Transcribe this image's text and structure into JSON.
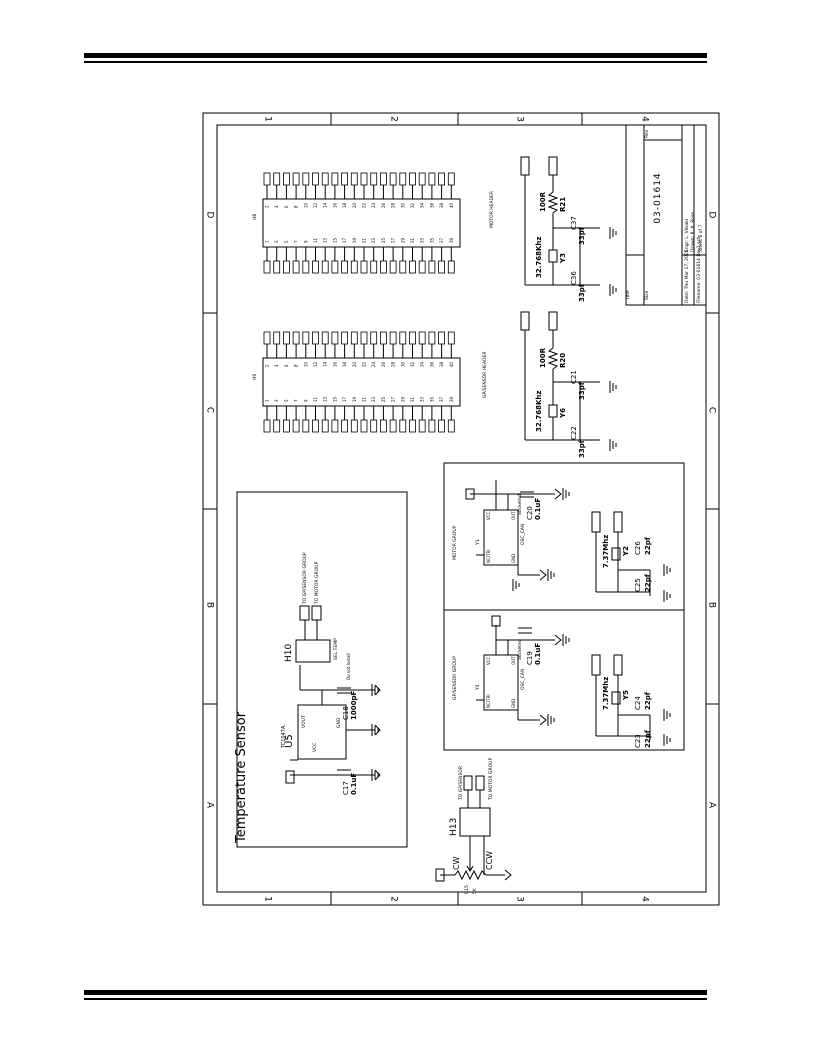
{
  "frame": {
    "columns": [
      "1",
      "2",
      "3",
      "4"
    ],
    "rows": [
      "A",
      "B",
      "C",
      "D"
    ]
  },
  "title_block": {
    "title_label": "Title",
    "size_label": "Size",
    "doc_number": "03-01614",
    "rev_label": "Rev",
    "date_line": "Date: Thu Mar 17, 2005",
    "file_line": "Filename: 03-01614 Rev1.sch",
    "engr_line": "Engr: L. Vilsaki",
    "drawn_line": "Drawn: R. A. Rose",
    "sheet_line": "Sheet 6 of 7"
  },
  "temperature_sensor": {
    "heading": "Temperature Sensor",
    "u5_ref": "U5",
    "u5_part": "TC1047A",
    "u5_pins": [
      "VCC",
      "VOUT",
      "GND"
    ],
    "c17_ref": "C17",
    "c17_val": "0.1uF",
    "c18_ref": "C18",
    "c18_val": "1000pF",
    "c18_note": "Do not Install",
    "h10_ref": "H10",
    "h10_label": "SEL TEMP",
    "to_gp_sensor": "TO GP/SENSOR GROUP",
    "to_motor": "TO MOTOR GROUP"
  },
  "pot_section": {
    "h13_ref": "H13",
    "to_gp_sensor": "TO GP/SENSOR",
    "to_motor": "TO MOTOR GROUP",
    "r15_ref": "R15",
    "r15_val": "5K",
    "cw": "CW",
    "ccw": "CCW"
  },
  "gp_sensor_group": {
    "label": "GP/SENSOR GROUP",
    "y4_ref": "Y4",
    "osc_can": "OSC_CAN",
    "socketed": "Socketed",
    "pins": [
      "NC/TRI",
      "GND",
      "VCC",
      "OUT"
    ],
    "c19_ref": "C19",
    "c19_val": "0.1uF",
    "crystal_freq": "7.37Mhz",
    "y5_ref": "Y5",
    "c23_ref": "C23",
    "c23_val": "22pf",
    "c24_ref": "C24",
    "c24_val": "22pf"
  },
  "motor_group": {
    "label": "MOTOR GROUP",
    "y1_ref": "Y1",
    "osc_can": "OSC_CAN",
    "socketed": "Socketed",
    "pins": [
      "NC/TRI",
      "GND",
      "VCC",
      "OUT"
    ],
    "c20_ref": "C20",
    "c20_val": "0.1uF",
    "crystal_freq": "7.37Mhz",
    "y2_ref": "Y2",
    "c25_ref": "C25",
    "c25_val": "22pf",
    "c26_ref": "C26",
    "c26_val": "22pf"
  },
  "h9_header": {
    "ref": "H9",
    "label": "GP/SENSOR HEADER",
    "odd_pins": [
      "1",
      "3",
      "5",
      "7",
      "9",
      "11",
      "13",
      "15",
      "17",
      "19",
      "21",
      "23",
      "25",
      "27",
      "29",
      "31",
      "33",
      "35",
      "37",
      "39"
    ],
    "even_pins": [
      "2",
      "4",
      "6",
      "8",
      "10",
      "12",
      "14",
      "16",
      "18",
      "20",
      "22",
      "24",
      "26",
      "28",
      "30",
      "32",
      "34",
      "36",
      "38",
      "40"
    ]
  },
  "h8_header": {
    "ref": "H8",
    "label": "MOTOR HEADER",
    "odd_pins": [
      "1",
      "3",
      "5",
      "7",
      "9",
      "11",
      "13",
      "15",
      "17",
      "19",
      "21",
      "23",
      "25",
      "27",
      "29",
      "31",
      "33",
      "35",
      "37",
      "39"
    ],
    "even_pins": [
      "2",
      "4",
      "6",
      "8",
      "10",
      "12",
      "14",
      "16",
      "18",
      "20",
      "22",
      "24",
      "26",
      "28",
      "30",
      "32",
      "34",
      "36",
      "38",
      "40"
    ]
  },
  "crystal_c": {
    "freq": "32.768Khz",
    "y_ref": "Y6",
    "r_ref": "R20",
    "r_val": "100R",
    "c22_ref": "C22",
    "c22_val": "33pf",
    "c21_ref": "C21",
    "c21_val": "33pf"
  },
  "crystal_d": {
    "freq": "32.768Khz",
    "y_ref": "Y3",
    "r_ref": "R21",
    "r_val": "100R",
    "c36_ref": "C36",
    "c36_val": "33pf",
    "c37_ref": "C37",
    "c37_val": "33pf"
  }
}
